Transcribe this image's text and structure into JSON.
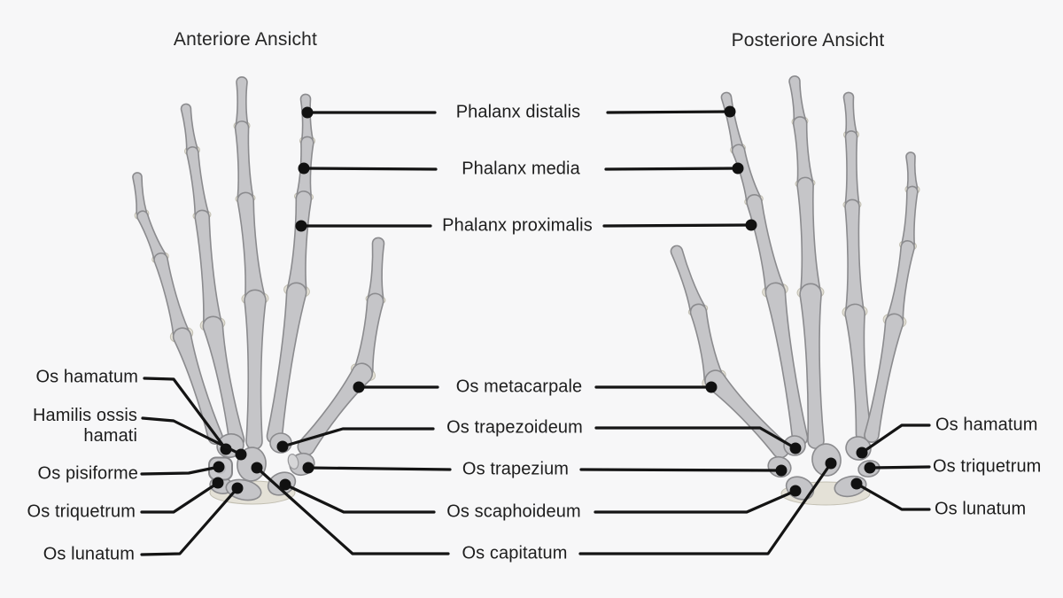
{
  "titles": {
    "anterior": "Anteriore Ansicht",
    "posterior": "Posteriore Ansicht"
  },
  "labels": {
    "center": {
      "phalanx_distalis": "Phalanx distalis",
      "phalanx_media": "Phalanx media",
      "phalanx_proximalis": "Phalanx proximalis",
      "os_metacarpale": "Os metacarpale",
      "os_trapezoideum": "Os trapezoideum",
      "os_trapezium": "Os trapezium",
      "os_scaphoideum": "Os scaphoideum",
      "os_capitatum": "Os capitatum"
    },
    "left": {
      "os_hamatum": "Os hamatum",
      "hamilis_ossis": "Hamilis ossis",
      "hamati": "hamati",
      "os_pisiforme": "Os pisiforme",
      "os_triquetrum": "Os triquetrum",
      "os_lunatum": "Os lunatum"
    },
    "right": {
      "os_hamatum": "Os hamatum",
      "os_triquetrum": "Os triquetrum",
      "os_lunatum": "Os lunatum"
    }
  },
  "colors": {
    "background": "#f7f7f8",
    "bone_fill": "#c5c5c8",
    "bone_outline": "#8b8b8e",
    "cartilage_fill": "#e4e1d7",
    "cartilage_outline": "#c2bfb2",
    "leader_line": "#141414",
    "marker_dot": "#111111",
    "text": "#1d1d1d"
  }
}
